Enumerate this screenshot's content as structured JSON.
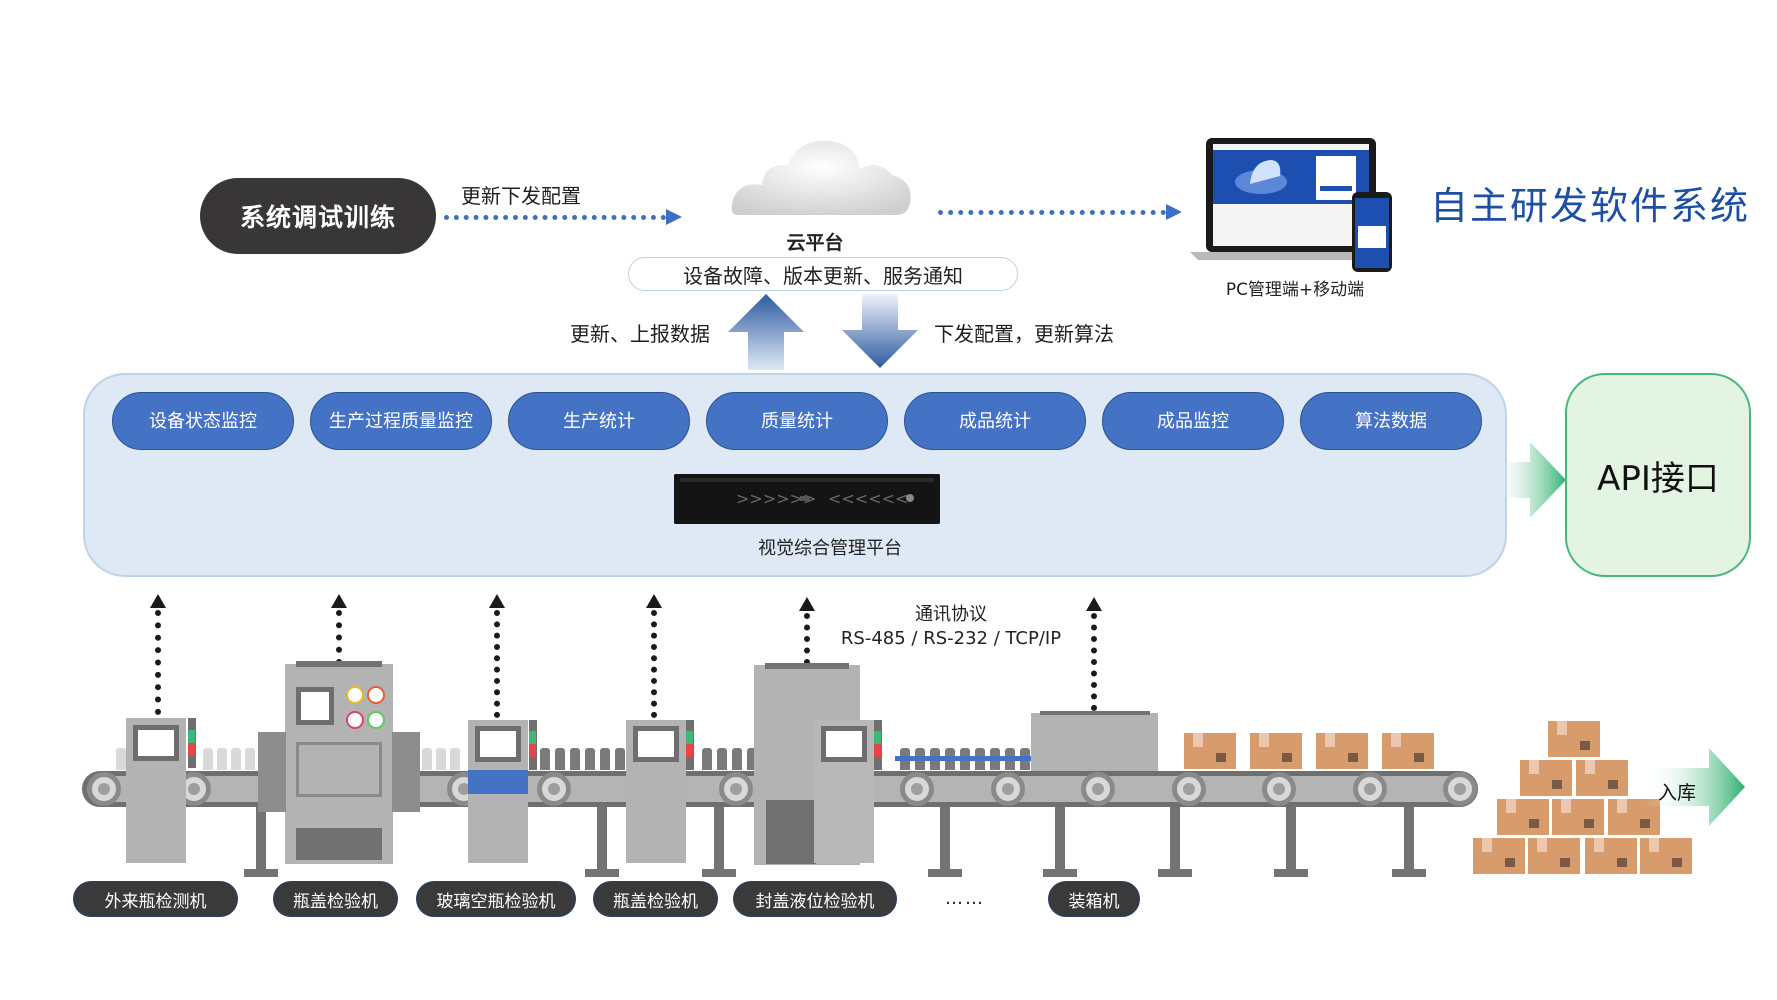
{
  "top": {
    "debug_pill": "系统调试训练",
    "debug_arrow_label": "更新下发配置",
    "cloud_title": "云平台",
    "cloud_notice": "设备故障、版本更新、服务通知",
    "up_arrow_label": "更新、上报数据",
    "down_arrow_label": "下发配置，更新算法",
    "main_title": "自主研发软件系统",
    "device_label": "PC管理端+移动端"
  },
  "platform": {
    "modules": [
      {
        "label": "设备状态监控"
      },
      {
        "label": "生产过程质量监控"
      },
      {
        "label": "生产统计"
      },
      {
        "label": "质量统计"
      },
      {
        "label": "成品统计"
      },
      {
        "label": "成品监控"
      },
      {
        "label": "算法数据"
      }
    ],
    "server_label": "视觉综合管理平台",
    "api_label": "API接口"
  },
  "protocol": {
    "title": "通讯协议",
    "list": "RS-485  /  RS-232  / TCP/IP"
  },
  "machines": [
    {
      "label": "外来瓶检测机"
    },
    {
      "label": "瓶盖检验机"
    },
    {
      "label": "玻璃空瓶检验机"
    },
    {
      "label": "瓶盖检验机"
    },
    {
      "label": "封盖液位检验机"
    },
    {
      "label": "装箱机"
    }
  ],
  "ellipsis": "……",
  "inbound_label": "入库",
  "colors": {
    "module_blue": "#4472c4",
    "title_blue": "#1e4fa3",
    "api_green": "#45b77a",
    "platform_bg": "#dfe9f5",
    "box_orange": "#d89c6c"
  }
}
